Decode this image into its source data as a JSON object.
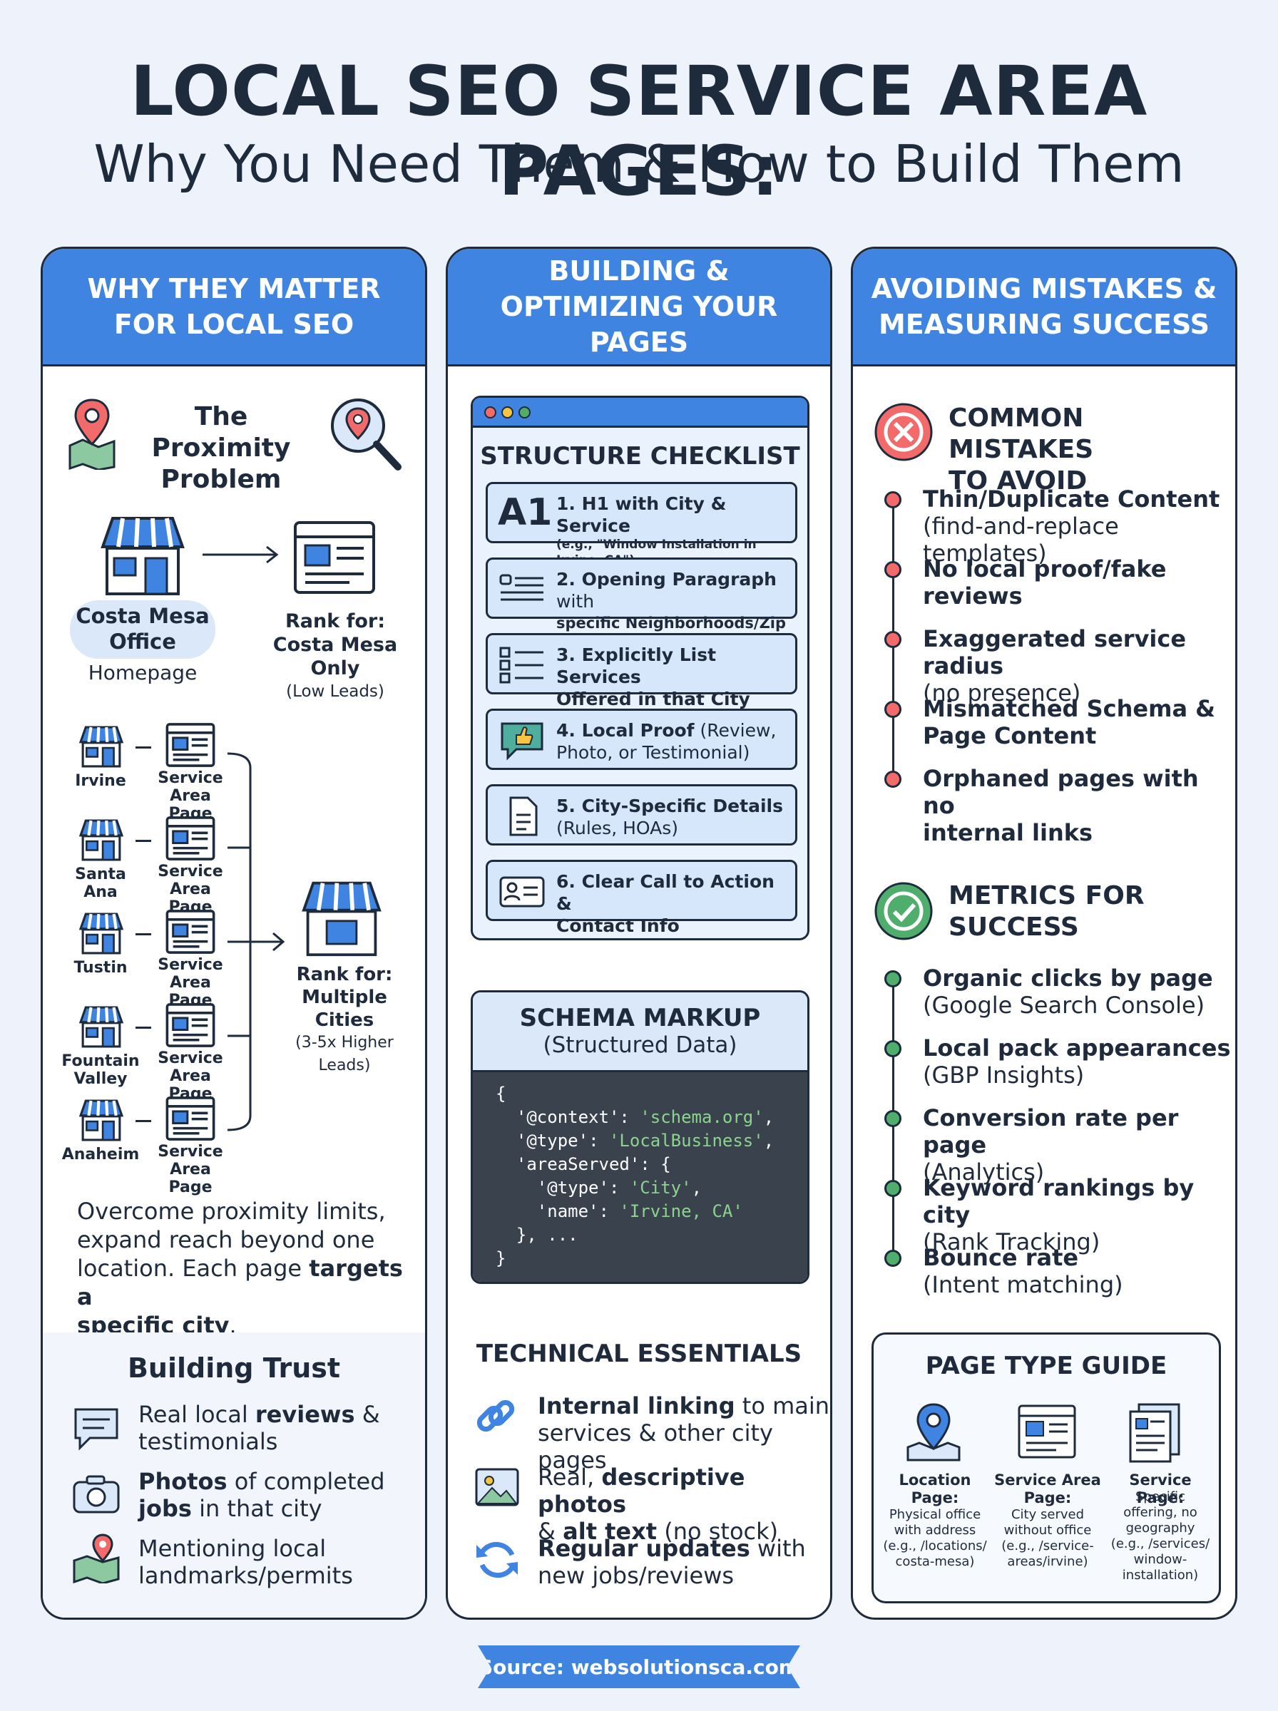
{
  "header": {
    "title": "LOCAL SEO SERVICE AREA PAGES:",
    "subtitle": "Why You Need Them & How to Build Them"
  },
  "col1": {
    "head_line1": "WHY THEY MATTER",
    "head_line2": "FOR LOCAL SEO",
    "proximity_title_1": "The Proximity",
    "proximity_title_2": "Problem",
    "office_1": "Costa Mesa",
    "office_2": "Office",
    "homepage": "Homepage",
    "rank_for_1": "Rank for:",
    "rank_for_2": "Costa Mesa Only",
    "rank_for_3": "(Low Leads)",
    "cities": [
      "Irvine",
      "Santa Ana",
      "Tustin",
      "Fountain Valley",
      "Anaheim"
    ],
    "service_page_1": "Service",
    "service_page_2": "Area Page",
    "multi_1": "Rank for:",
    "multi_2": "Multiple Cities",
    "multi_3": "(3-5x Higher Leads)",
    "overcome_1": "Overcome proximity limits,",
    "overcome_2": "expand reach beyond one",
    "overcome_3a": "location. Each page ",
    "overcome_3b": "targets a",
    "overcome_4a": "specific city",
    "overcome_4b": ".",
    "trust_title": "Building Trust",
    "trust_1a": "Real local ",
    "trust_1b": "reviews",
    "trust_1c": " &",
    "trust_1d": "testimonials",
    "trust_2a": "Photos",
    "trust_2b": " of completed",
    "trust_2c": "jobs",
    "trust_2d": " in that city",
    "trust_3a": "Mentioning local",
    "trust_3b": "landmarks/permits"
  },
  "col2": {
    "head_line1": "BUILDING &",
    "head_line2": "OPTIMIZING YOUR PAGES",
    "checklist_title": "STRUCTURE CHECKLIST",
    "a1": "A1",
    "item1_a": "1. H1 with City & Service",
    "item1_b": "(e.g., \"Window Installation in Irvine, CA\")",
    "item2_a": "2. Opening Paragraph",
    "item2_b": " with",
    "item2_c": "specific Neighborhoods/Zip Codes",
    "item3_a": "3. Explicitly List Services",
    "item3_b": "Offered in that City",
    "item4_a": "4. Local Proof",
    "item4_b": " (Review,",
    "item4_c": "Photo, or Testimonial)",
    "item5_a": "5. City-Specific Details",
    "item5_b": "(Rules, HOAs)",
    "item6_a": "6. Clear Call to Action &",
    "item6_b": "Contact Info",
    "schema_title": "SCHEMA MARKUP",
    "schema_sub": "(Structured Data)",
    "code": {
      "l1": "{",
      "k_context": "'@context'",
      "v_context": "'schema.org'",
      "k_type": "'@type'",
      "v_type": "'LocalBusiness'",
      "k_area": "'areaServed'",
      "open": ": {",
      "k_type2": "'@type'",
      "v_type2": "'City'",
      "k_name": "'name'",
      "v_name": "'Irvine, CA'",
      "close_inner": "}, ...",
      "close": "}"
    },
    "tech_title": "TECHNICAL ESSENTIALS",
    "tech_1a": "Internal linking",
    "tech_1b": " to main",
    "tech_1c": "services & other city pages",
    "tech_2a": "Real, ",
    "tech_2b": "descriptive photos",
    "tech_2c": "& ",
    "tech_2d": "alt text",
    "tech_2e": " (no stock)",
    "tech_3a": "Regular updates",
    "tech_3b": " with",
    "tech_3c": "new jobs/reviews"
  },
  "col3": {
    "head_line1": "AVOIDING MISTAKES &",
    "head_line2": "MEASURING SUCCESS",
    "mistakes_title_1": "COMMON MISTAKES",
    "mistakes_title_2": "TO AVOID",
    "mistakes": [
      {
        "bold": "Thin/Duplicate Content",
        "rest": "(find-and-replace templates)"
      },
      {
        "bold": "No local proof/fake",
        "rest_bold": "reviews"
      },
      {
        "bold": "Exaggerated service radius",
        "rest": "(no presence)"
      },
      {
        "bold": "Mismatched Schema &",
        "rest_bold": "Page Content"
      },
      {
        "bold": "Orphaned pages with no",
        "rest_bold": "internal links"
      }
    ],
    "metrics_title_1": "METRICS FOR",
    "metrics_title_2": "SUCCESS",
    "metrics": [
      {
        "bold": "Organic clicks by page",
        "rest": "(Google Search Console)"
      },
      {
        "bold": "Local pack appearances",
        "rest": "(GBP Insights)"
      },
      {
        "bold": "Conversion rate per page",
        "rest": "(Analytics)"
      },
      {
        "bold": "Keyword rankings by city",
        "rest": "(Rank Tracking)"
      },
      {
        "bold": "Bounce rate",
        "rest": "(Intent matching)"
      }
    ],
    "guide_title": "PAGE TYPE GUIDE",
    "guide": [
      {
        "label_1": "Location",
        "label_2": "Page:",
        "d1": "Physical office",
        "d2": "with address",
        "d3": "(e.g., /locations/",
        "d4": "costa-mesa)",
        "d5": ""
      },
      {
        "label_1": "Service Area",
        "label_2": "Page:",
        "d1": "City served",
        "d2": "without office",
        "d3": "(e.g., /service-",
        "d4": "areas/irvine)",
        "d5": ""
      },
      {
        "label_1": "Service Page:",
        "label_2": "",
        "d1": "Specific",
        "d2": "offering, no",
        "d3": "geography",
        "d4": "(e.g., /services/",
        "d5": "window-"
      },
      {
        "d6": "installation)"
      }
    ]
  },
  "footer": {
    "source": "Source: websolutionsca.com"
  },
  "colors": {
    "accent": "#3f84e0",
    "dark": "#1e2b3c",
    "mistake_red": "#f26a6a",
    "success_green": "#4fae6b"
  }
}
